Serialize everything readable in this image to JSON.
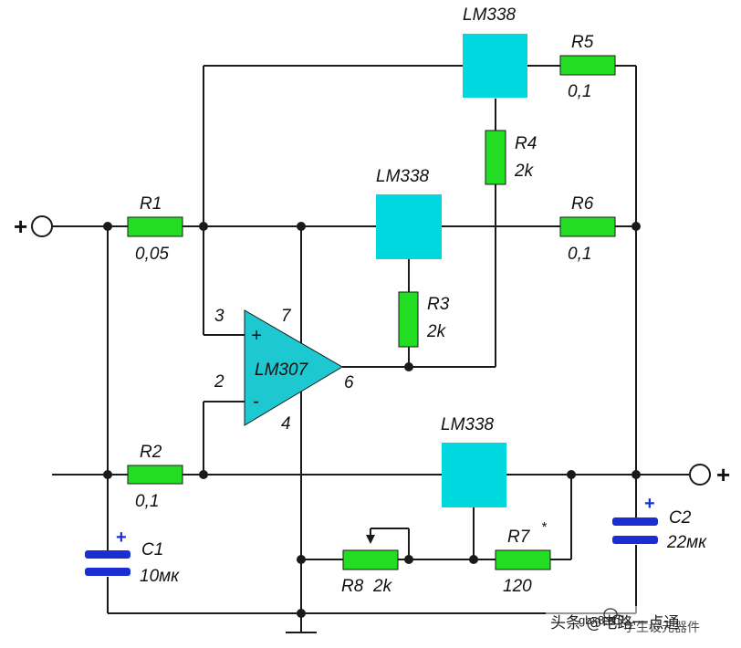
{
  "colors": {
    "wire": "#1a1a1a",
    "resistor": "#22dd22",
    "regulator": "#00d8e0",
    "opamp": "#1ec8d0",
    "capacitor": "#1a2fd1"
  },
  "regulators": {
    "top": "LM338",
    "middle": "LM338",
    "bottom": "LM338"
  },
  "opamp": {
    "name": "LM307",
    "plus": "+",
    "minus": "-",
    "pin3": "3",
    "pin2": "2",
    "pin7": "7",
    "pin4": "4",
    "pin6": "6"
  },
  "resistors": {
    "r1": {
      "name": "R1",
      "value": "0,05"
    },
    "r2": {
      "name": "R2",
      "value": "0,1"
    },
    "r3": {
      "name": "R3",
      "value": "2k"
    },
    "r4": {
      "name": "R4",
      "value": "2k"
    },
    "r5": {
      "name": "R5",
      "value": "0,1"
    },
    "r6": {
      "name": "R6",
      "value": "0,1"
    },
    "r7": {
      "name": "R7",
      "value": "120",
      "mark": "*"
    },
    "r8": {
      "name": "R8",
      "value": "2k"
    }
  },
  "capacitors": {
    "c1": {
      "name": "C1",
      "value": "10мк",
      "polarity": "+"
    },
    "c2": {
      "name": "C2",
      "value": "22мк",
      "polarity": "+"
    }
  },
  "terminals": {
    "input": "+",
    "output": "+"
  },
  "watermark": {
    "text": "头条 @电路一点通",
    "site": "gbx8.cn",
    "site_extra": "学生设元器件",
    "icon": "wechat-icon"
  }
}
